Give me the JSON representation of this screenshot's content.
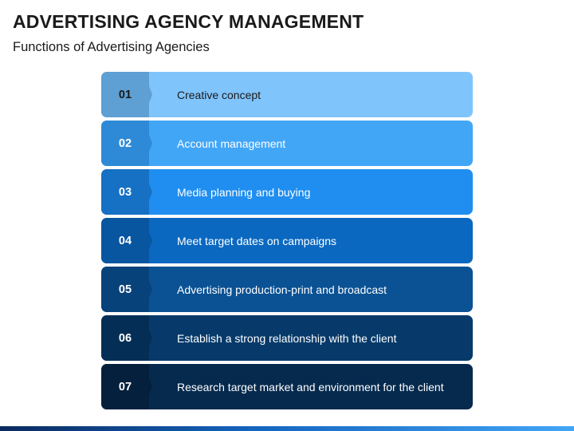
{
  "header": {
    "title": "ADVERTISING AGENCY MANAGEMENT",
    "subtitle": "Functions of Advertising Agencies"
  },
  "items": [
    {
      "number": "01",
      "label": "Creative concept",
      "bar_color": "#80c4fc",
      "tab_color": "#5e9fd4",
      "text_color": "#1a1a1a"
    },
    {
      "number": "02",
      "label": "Account management",
      "bar_color": "#42a6f7",
      "tab_color": "#2e8ad6",
      "text_color": "#ffffff"
    },
    {
      "number": "03",
      "label": "Media planning and buying",
      "bar_color": "#1f8ef0",
      "tab_color": "#1670c4",
      "text_color": "#ffffff"
    },
    {
      "number": "04",
      "label": "Meet target dates on campaigns",
      "bar_color": "#0a68c0",
      "tab_color": "#0855a0",
      "text_color": "#ffffff"
    },
    {
      "number": "05",
      "label": "Advertising production-print and broadcast",
      "bar_color": "#0a5294",
      "tab_color": "#08427a",
      "text_color": "#ffffff"
    },
    {
      "number": "06",
      "label": "Establish a strong relationship with the client",
      "bar_color": "#073a6a",
      "tab_color": "#052e56",
      "text_color": "#ffffff"
    },
    {
      "number": "07",
      "label": "Research target market and environment for the client",
      "bar_color": "#062a4e",
      "tab_color": "#04203d",
      "text_color": "#ffffff"
    }
  ]
}
